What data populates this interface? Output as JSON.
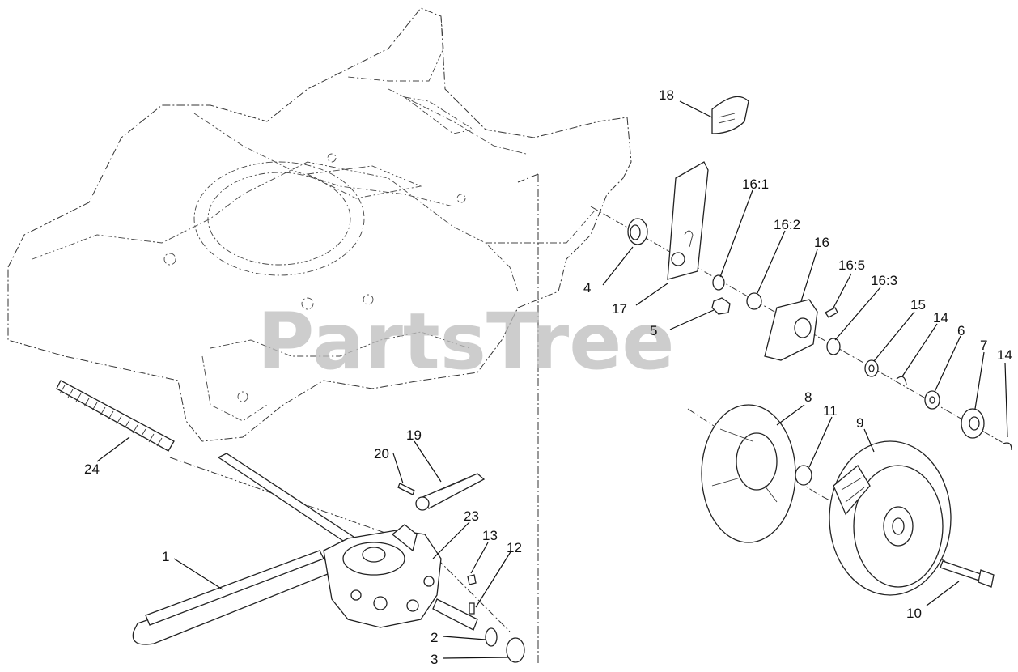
{
  "watermark": "PartsTree",
  "callouts": {
    "c1": "1",
    "c2": "2",
    "c3": "3",
    "c4": "4",
    "c5": "5",
    "c6": "6",
    "c7": "7",
    "c8": "8",
    "c9": "9",
    "c10": "10",
    "c11": "11",
    "c12": "12",
    "c13": "13",
    "c14a": "14",
    "c14b": "14",
    "c15": "15",
    "c16": "16",
    "c16_1": "16:1",
    "c16_2": "16:2",
    "c16_3": "16:3",
    "c16_5": "16:5",
    "c17": "17",
    "c18": "18",
    "c19": "19",
    "c20": "20",
    "c23": "23",
    "c24": "24"
  }
}
